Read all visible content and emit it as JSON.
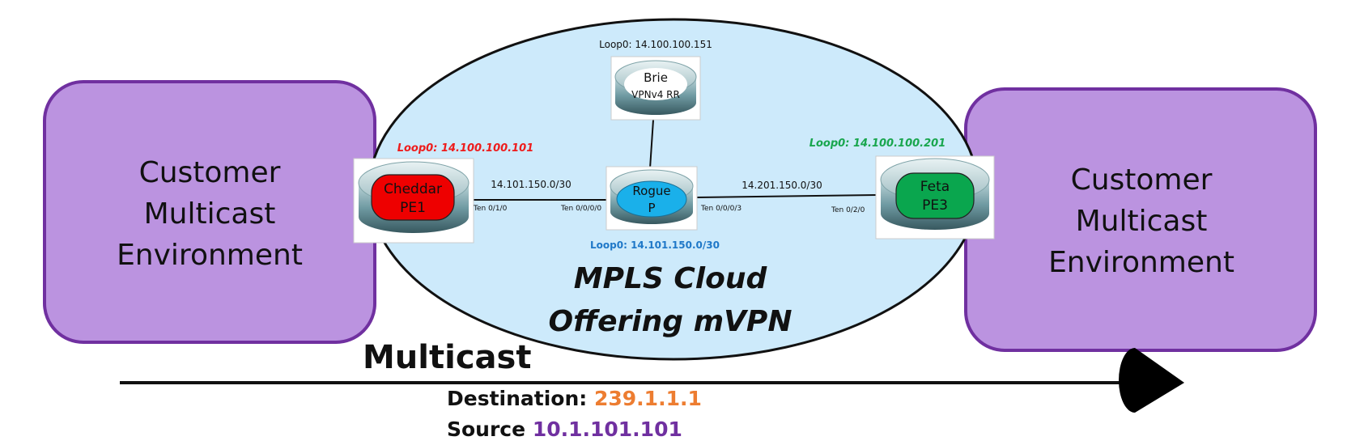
{
  "left_env": {
    "lines": [
      "Customer",
      "Multicast",
      "Environment"
    ]
  },
  "right_env": {
    "lines": [
      "Customer",
      "Multicast",
      "Environment"
    ]
  },
  "cloud": {
    "line1": "MPLS Cloud",
    "line2": "Offering mVPN"
  },
  "routers": {
    "brie": {
      "name": "Brie",
      "role": "VPNv4 RR",
      "loopback": "Loop0: 14.100.100.151"
    },
    "cheddar": {
      "name": "Cheddar",
      "role": "PE1",
      "loopback": "Loop0: 14.100.100.101"
    },
    "rogue": {
      "name": "Rogue",
      "role": "P",
      "loopback": "Loop0: 14.101.150.0/30"
    },
    "feta": {
      "name": "Feta",
      "role": "PE3",
      "loopback": "Loop0: 14.100.100.201"
    }
  },
  "links": {
    "left": {
      "subnet": "14.101.150.0/30",
      "if_a": "Ten 0/1/0",
      "if_b": "Ten 0/0/0/0"
    },
    "right": {
      "subnet": "14.201.150.0/30",
      "if_a": "Ten 0/0/0/3",
      "if_b": "Ten 0/2/0"
    }
  },
  "flow": {
    "title": "Multicast",
    "dest_label": "Destination:",
    "dest_value": "239.1.1.1",
    "src_label": "Source",
    "src_value": "10.1.101.101"
  },
  "colors": {
    "env_fill": "#bb93e0",
    "env_stroke": "#7030a0",
    "cloud_fill": "#cdeafb",
    "cheddar": "#ee0000",
    "rogue": "#1ab0ea",
    "feta": "#0aa64e",
    "loop_red": "#ee1c1c",
    "loop_green": "#19a64e",
    "loop_blue": "#1f78c8",
    "dest": "#ed7d31",
    "src": "#7030a0"
  }
}
